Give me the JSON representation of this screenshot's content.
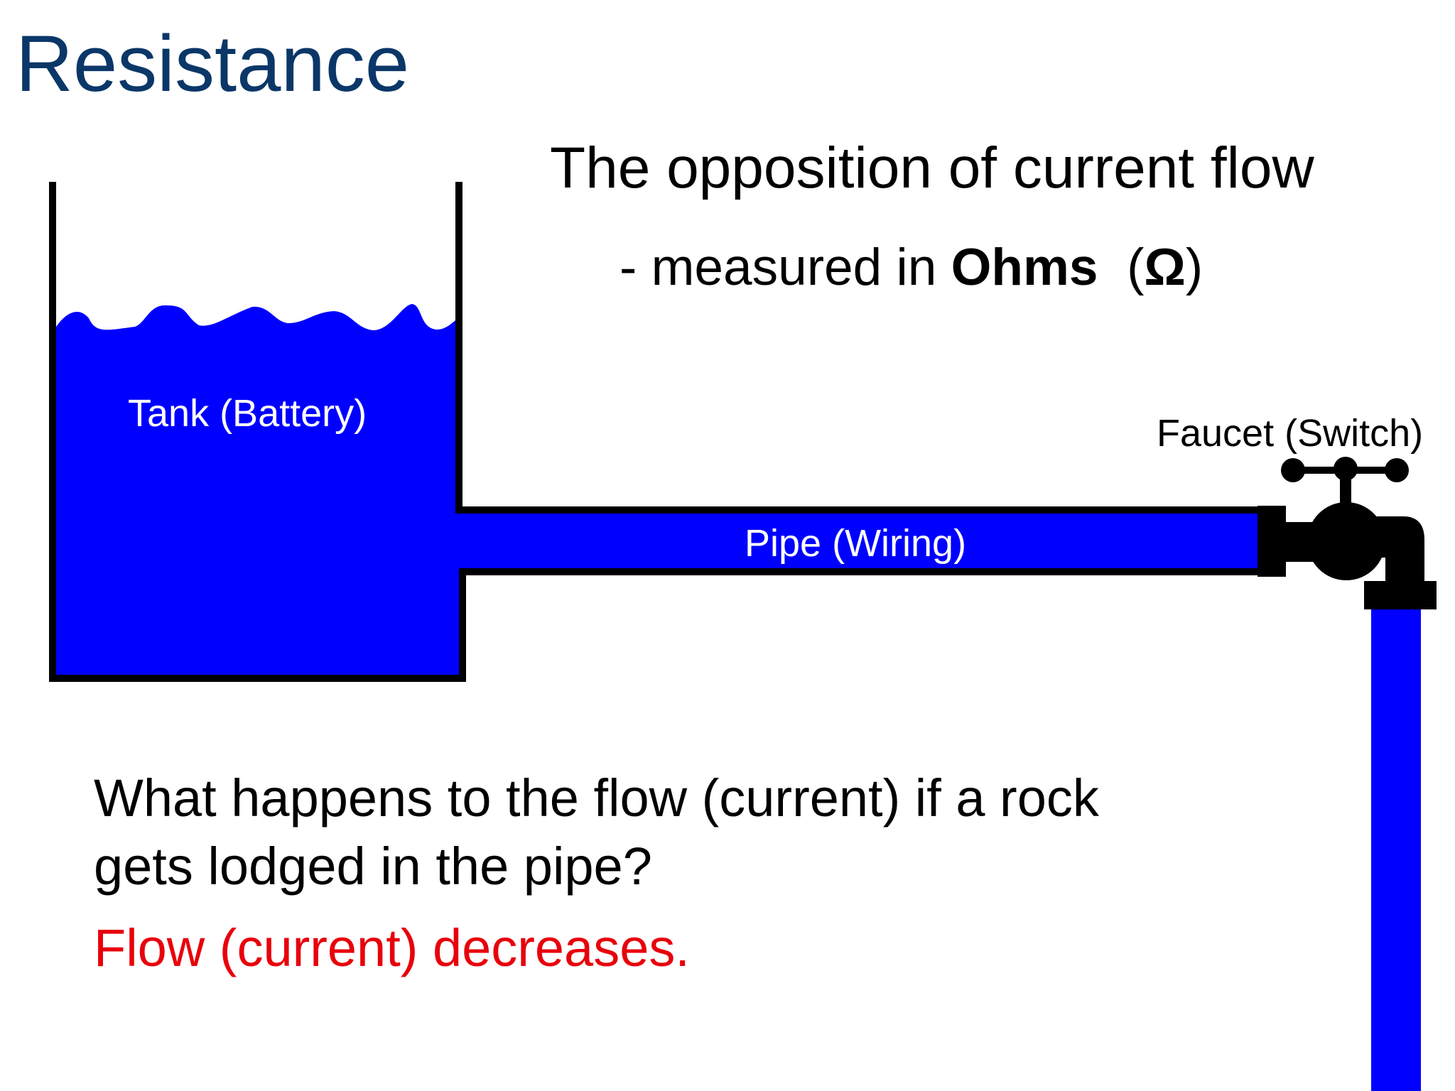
{
  "slide": {
    "title": "Resistance",
    "definition": "The opposition of current flow",
    "measure_prefix": "- measured in ",
    "measure_unit": "Ohms",
    "measure_symbol_open": "(",
    "measure_symbol": "Ω",
    "measure_symbol_close": ")"
  },
  "diagram": {
    "tank_label": "Tank (Battery)",
    "pipe_label": "Pipe (Wiring)",
    "faucet_label": "Faucet (Switch)",
    "water_color": "#0000ff",
    "outline_color": "#000000"
  },
  "question": {
    "line1": "What happens to the flow (current) if a rock",
    "line2": "gets lodged in the pipe?"
  },
  "answer": {
    "text": "Flow (current) decreases.",
    "color": "#e8000b"
  }
}
